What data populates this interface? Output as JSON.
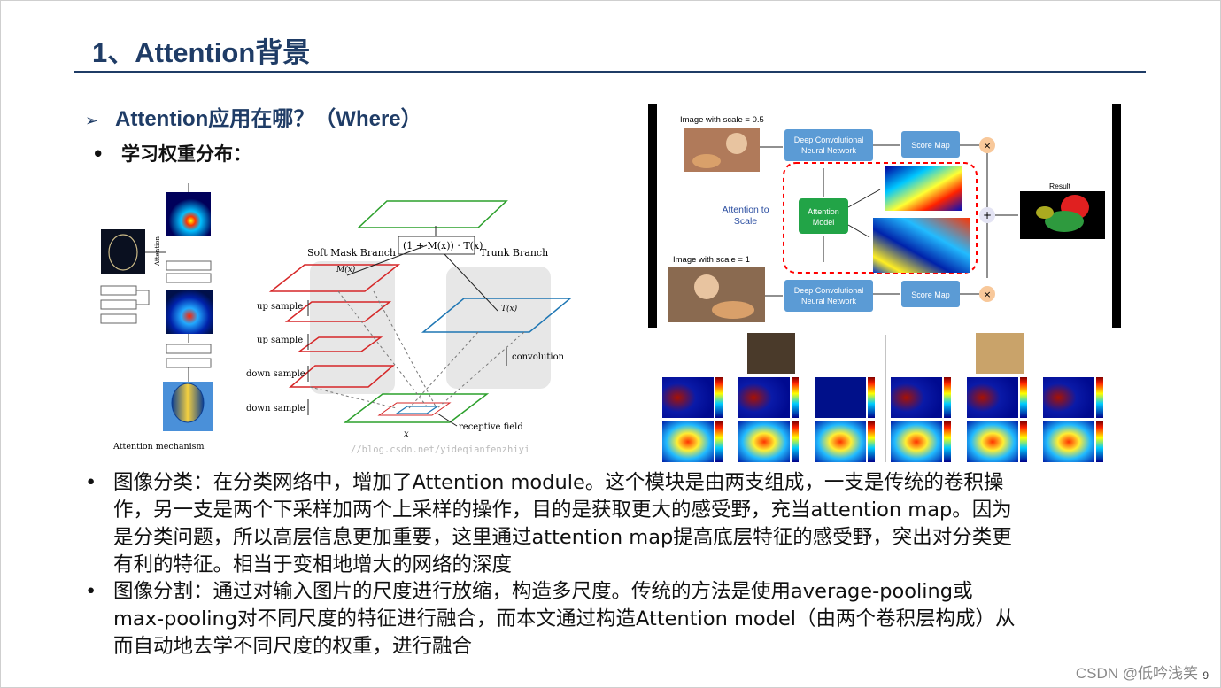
{
  "slide": {
    "title": "1、Attention背景",
    "section_heading": "Attention应用在哪？（Where）",
    "sub_bullet": "学习权重分布：",
    "page_number": "9",
    "watermark_footer": "CSDN @低吟浅笑"
  },
  "figure_left": {
    "caption": "Attention mechanism",
    "side_label": "Attention",
    "colors": {
      "box": "#777777",
      "image_bg": "#0a1a5a"
    }
  },
  "figure_middle": {
    "soft_mask_branch": "Soft Mask Branch",
    "trunk_branch": "Trunk Branch",
    "formula": "(1 + M(x)) · T(x)",
    "mx": "M(x)",
    "tx": "T(x)",
    "x": "x",
    "labels": [
      "up sample",
      "up sample",
      "down sample",
      "down sample"
    ],
    "convolution": "convolution",
    "receptive_field": "receptive field",
    "watermark": "//blog.csdn.net/yideqianfenzhiyi",
    "colors": {
      "mask": "#d62728",
      "trunk": "#1f77b4",
      "input": "#2ca02c"
    }
  },
  "figure_right": {
    "label_scale_05": "Image with scale = 0.5",
    "label_scale_1": "Image with scale = 1",
    "dcnn_top": [
      "Deep Convolutional",
      "Neural Network"
    ],
    "dcnn_bottom": [
      "Deep Convolutional",
      "Neural Network"
    ],
    "score_map_top": "Score Map",
    "score_map_bottom": "Score Map",
    "attention_to_scale": [
      "Attention to",
      "Scale"
    ],
    "attention_model": [
      "Attention",
      "Model"
    ],
    "result": "Result",
    "times": "×",
    "plus": "+",
    "colors": {
      "box_blue": "#5b9bd5",
      "box_green": "#22a447",
      "accent": "#f4a460",
      "dash": "#ff0000"
    }
  },
  "paragraphs": [
    {
      "bullet": "•",
      "lines": [
        "图像分类：在分类网络中，增加了Attention module。这个模块是由两支组成，一支是传统的卷积操",
        "作，另一支是两个下采样加两个上采样的操作，目的是获取更大的感受野，充当attention map。因为",
        "是分类问题，所以高层信息更加重要，这里通过attention map提高底层特征的感受野，突出对分类更",
        "有利的特征。相当于变相地增大的网络的深度"
      ]
    },
    {
      "bullet": "•",
      "lines": [
        "图像分割：通过对输入图片的尺度进行放缩，构造多尺度。传统的方法是使用average-pooling或",
        "max-pooling对不同尺度的特征进行融合，而本文通过构造Attention model（由两个卷积层构成）从",
        "而自动地去学不同尺度的权重，进行融合"
      ]
    }
  ]
}
